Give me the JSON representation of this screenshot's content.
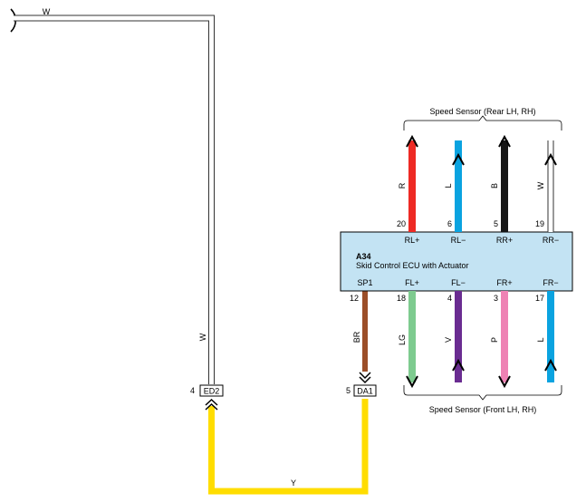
{
  "wires": {
    "top_w": "W",
    "left_w": "W",
    "y_bottom": "Y",
    "br": "BR",
    "rear": [
      {
        "pin": "20",
        "terminal": "RL+",
        "color_code": "R",
        "color": "#ee2a24",
        "arrow": "out"
      },
      {
        "pin": "6",
        "terminal": "RL−",
        "color_code": "L",
        "color": "#0aa3e0",
        "arrow": "in"
      },
      {
        "pin": "5",
        "terminal": "RR+",
        "color_code": "B",
        "color": "#161616",
        "arrow": "out"
      },
      {
        "pin": "19",
        "terminal": "RR−",
        "color_code": "W",
        "color": "#ffffff",
        "arrow": "in"
      }
    ],
    "front": [
      {
        "pin": "18",
        "terminal": "FL+",
        "color_code": "LG",
        "color": "#7ecb8f",
        "arrow": "in"
      },
      {
        "pin": "4",
        "terminal": "FL−",
        "color_code": "V",
        "color": "#6a2c91",
        "arrow": "out"
      },
      {
        "pin": "3",
        "terminal": "FR+",
        "color_code": "P",
        "color": "#ee82b4",
        "arrow": "in"
      },
      {
        "pin": "17",
        "terminal": "FR−",
        "color_code": "L",
        "color": "#0aa3e0",
        "arrow": "out"
      }
    ]
  },
  "ecu": {
    "id": "A34",
    "name": "Skid Control ECU with Actuator",
    "sp1_terminal": "SP1",
    "sp1_pin": "12",
    "fill": "#c3e3f3"
  },
  "sensors": {
    "rear_label": "Speed Sensor (Rear LH,  RH)",
    "front_label": "Speed Sensor (Front LH,  RH)"
  },
  "connectors": {
    "ed2": {
      "pin": "4",
      "label": "ED2"
    },
    "da1": {
      "pin": "5",
      "label": "DA1"
    }
  },
  "colors": {
    "yellow": "#ffdd00",
    "brown": "#9b4e28",
    "white_wire_outline": "#333333"
  }
}
